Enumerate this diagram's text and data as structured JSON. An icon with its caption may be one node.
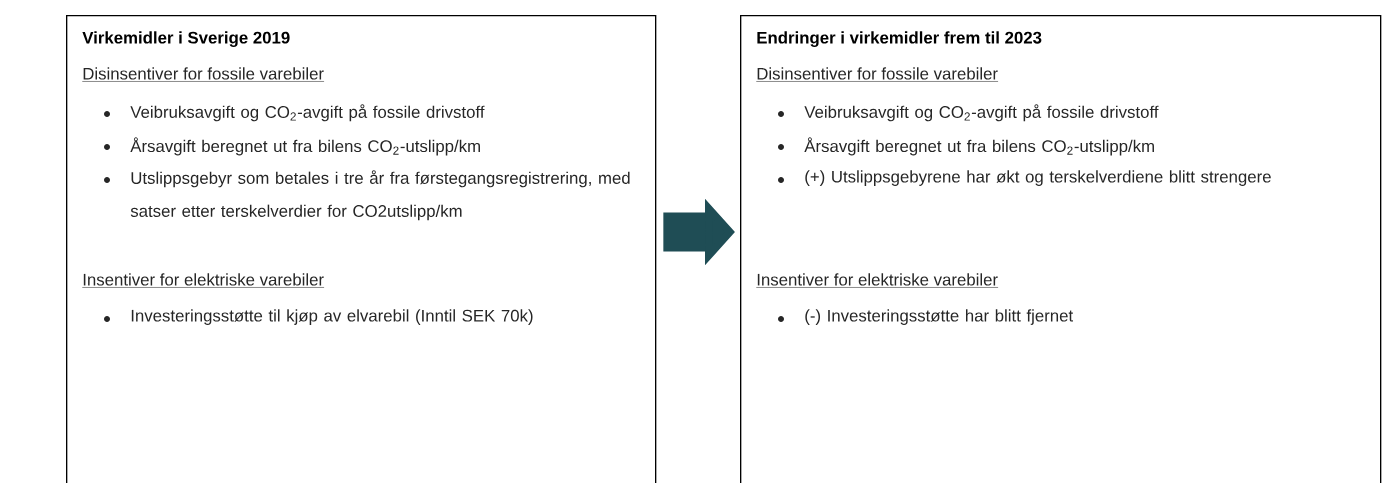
{
  "diagram": {
    "nodes": [
      {
        "text": [
          "Virkemidler i Sverige 2019",
          "Disinsentiver for fossile varebiler",
          "Veibruksavgift og CO$_{2}$-avgift på fossile drivstoff",
          "Årsavgift beregnet ut fra bilens CO$_{2}$-utslipp/km",
          "Utslippsgebyr som betales i tre år fra førstegangsregistrering, med satser etter terskelverdier for CO2utslipp/km",
          "Insentiver for elektriske varebiler",
          "Investeringsstøtte til kjøp av elvarebil (Inntil SEK 70k)"
        ]
      },
      {
        "text": [
          "Endringer i virkemidler frem til 2023",
          "Disinsentiver for fossile varebiler",
          "Veibruksavgift og CO$_{2}$-avgift på fossile drivstoff",
          "Årsavgift beregnet ut fra bilens CO$_{2}$-utslipp/km",
          "(+) Utslippsgebyrene har økt og terskelverdiene blitt strengere",
          "Insentiver for elektriske varebiler",
          "(-) Investeringsstøtte har blitt fjernet"
        ]
      }
    ],
    "edges": [
      {
        "from": 0,
        "to": 1,
        "arrow": "to"
      }
    ]
  }
}
